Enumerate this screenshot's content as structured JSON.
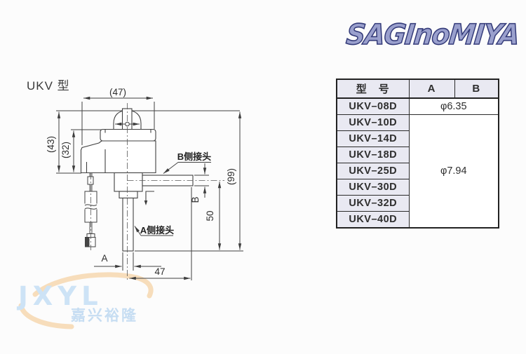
{
  "logo": {
    "text": "SAGInoMIYA"
  },
  "page": {
    "title_label": "UKV 型"
  },
  "drawing": {
    "dims": {
      "width_top": "(47)",
      "height_43": "(43)",
      "height_32": "(32)",
      "height_99": "(99)",
      "length_50": "50",
      "dia_b": "B",
      "width_bottom": "47",
      "dia_a": "A"
    },
    "labels": {
      "b_side": "B侧接头",
      "a_side": "A侧接头"
    }
  },
  "table": {
    "headers": {
      "model": "型　号",
      "a": "A",
      "b": "B"
    },
    "rows": [
      {
        "model": "UKV–08D",
        "value": "φ6.35"
      },
      {
        "model": "UKV–10D",
        "value": "φ7.94"
      },
      {
        "model": "UKV–14D"
      },
      {
        "model": "UKV–18D"
      },
      {
        "model": "UKV–25D"
      },
      {
        "model": "UKV–30D"
      },
      {
        "model": "UKV–32D"
      },
      {
        "model": "UKV–40D"
      }
    ]
  },
  "watermark": {
    "text_latin": "JXYL",
    "text_cn": "嘉兴裕隆"
  },
  "colors": {
    "logo_blue": "#9aa0cd",
    "logo_outline": "#343b79",
    "table_lavender": "#e9e9f2",
    "line_dark": "#414141",
    "watermark_blue": "#cde3f6",
    "watermark_peach": "#f6d9b4"
  }
}
